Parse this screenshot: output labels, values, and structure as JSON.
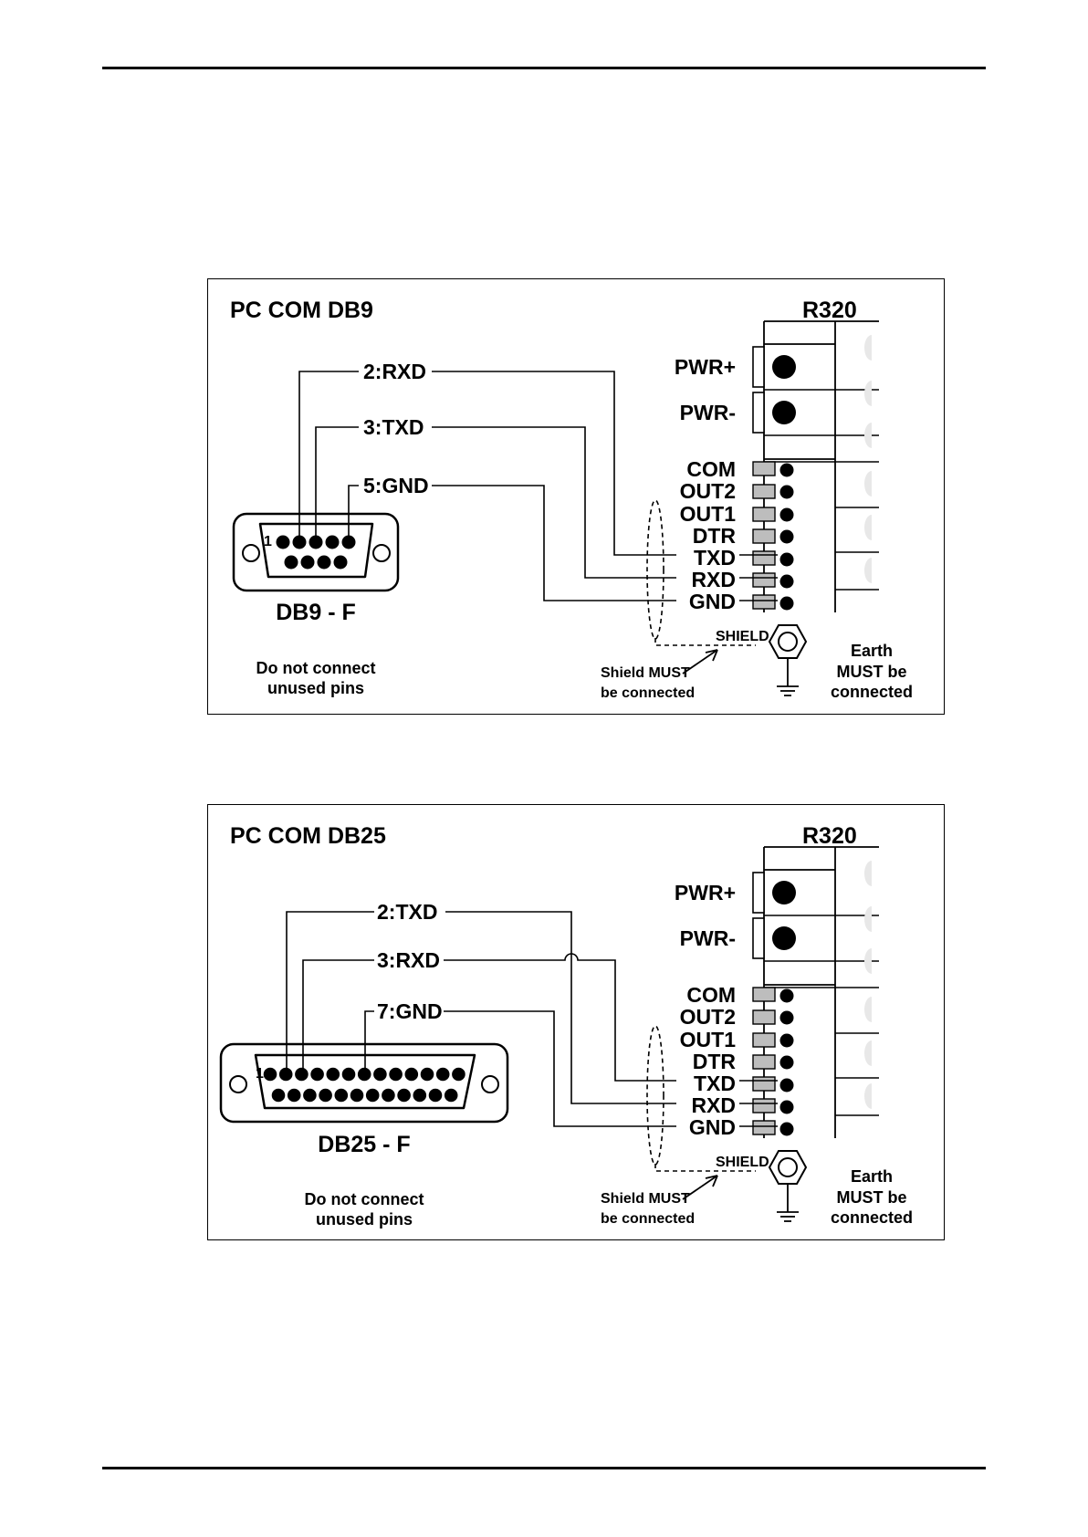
{
  "diagrams": [
    {
      "pc_title": "PC COM DB9",
      "device_title": "R320",
      "wires": [
        "2:RXD",
        "3:TXD",
        "5:GND"
      ],
      "connector_label": "DB9 - F",
      "pin_one_label": "1",
      "note_line1": "Do not connect",
      "note_line2": "unused pins"
    },
    {
      "pc_title": "PC COM DB25",
      "device_title": "R320",
      "wires": [
        "2:TXD",
        "3:RXD",
        "7:GND"
      ],
      "connector_label": "DB25 - F",
      "pin_one_label": "1",
      "note_line1": "Do not connect",
      "note_line2": "unused pins"
    }
  ],
  "terminal": {
    "power": [
      "PWR+",
      "PWR-"
    ],
    "signals": [
      "COM",
      "OUT2",
      "OUT1",
      "DTR",
      "TXD",
      "RXD",
      "GND"
    ]
  },
  "shield": {
    "label": "SHIELD",
    "note_line1": "Shield MUST",
    "note_line2": "be connected"
  },
  "earth": {
    "line1": "Earth",
    "line2": "MUST be",
    "line3": "connected"
  },
  "icons": [
    "earth-ground-icon",
    "shield-hex-terminal-icon"
  ]
}
